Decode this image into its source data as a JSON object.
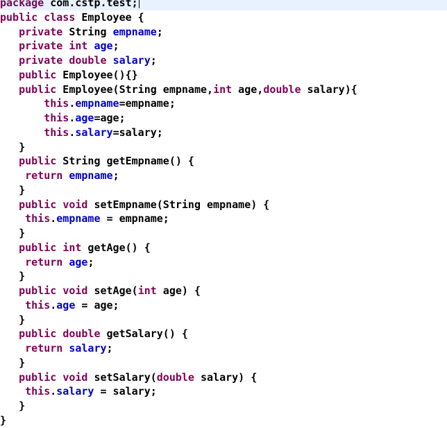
{
  "editor": {
    "language": "java",
    "colors": {
      "keyword": "#7f0055",
      "field": "#0000c0",
      "text": "#000000",
      "current_line": "#e8f2fe",
      "background": "#ffffff"
    },
    "caret_line": 0,
    "lines": [
      [
        [
          "k",
          "package"
        ],
        [
          "t",
          " com.cstp.test;"
        ]
      ],
      [
        [
          "k",
          "public"
        ],
        [
          "t",
          " "
        ],
        [
          "k",
          "class"
        ],
        [
          "t",
          " Employee {"
        ]
      ],
      [
        [
          "t",
          "   "
        ],
        [
          "k",
          "private"
        ],
        [
          "t",
          " String "
        ],
        [
          "f",
          "empname"
        ],
        [
          "t",
          ";"
        ]
      ],
      [
        [
          "t",
          "   "
        ],
        [
          "k",
          "private"
        ],
        [
          "t",
          " "
        ],
        [
          "k",
          "int"
        ],
        [
          "t",
          " "
        ],
        [
          "f",
          "age"
        ],
        [
          "t",
          ";"
        ]
      ],
      [
        [
          "t",
          "   "
        ],
        [
          "k",
          "private"
        ],
        [
          "t",
          " "
        ],
        [
          "k",
          "double"
        ],
        [
          "t",
          " "
        ],
        [
          "f",
          "salary"
        ],
        [
          "t",
          ";"
        ]
      ],
      [
        [
          "t",
          "   "
        ],
        [
          "k",
          "public"
        ],
        [
          "t",
          " Employee(){}"
        ]
      ],
      [
        [
          "t",
          "   "
        ],
        [
          "k",
          "public"
        ],
        [
          "t",
          " Employee(String empname,"
        ],
        [
          "k",
          "int"
        ],
        [
          "t",
          " age,"
        ],
        [
          "k",
          "double"
        ],
        [
          "t",
          " salary){"
        ]
      ],
      [
        [
          "t",
          "       "
        ],
        [
          "k",
          "this"
        ],
        [
          "t",
          "."
        ],
        [
          "f",
          "empname"
        ],
        [
          "t",
          "=empname;"
        ]
      ],
      [
        [
          "t",
          "       "
        ],
        [
          "k",
          "this"
        ],
        [
          "t",
          "."
        ],
        [
          "f",
          "age"
        ],
        [
          "t",
          "=age;"
        ]
      ],
      [
        [
          "t",
          "       "
        ],
        [
          "k",
          "this"
        ],
        [
          "t",
          "."
        ],
        [
          "f",
          "salary"
        ],
        [
          "t",
          "=salary;"
        ]
      ],
      [
        [
          "t",
          "   }"
        ]
      ],
      [
        [
          "t",
          "   "
        ],
        [
          "k",
          "public"
        ],
        [
          "t",
          " String getEmpname() {"
        ]
      ],
      [
        [
          "t",
          "    "
        ],
        [
          "k",
          "return"
        ],
        [
          "t",
          " "
        ],
        [
          "f",
          "empname"
        ],
        [
          "t",
          ";"
        ]
      ],
      [
        [
          "t",
          "   }"
        ]
      ],
      [
        [
          "t",
          "   "
        ],
        [
          "k",
          "public"
        ],
        [
          "t",
          " "
        ],
        [
          "k",
          "void"
        ],
        [
          "t",
          " setEmpname(String empname) {"
        ]
      ],
      [
        [
          "t",
          "    "
        ],
        [
          "k",
          "this"
        ],
        [
          "t",
          "."
        ],
        [
          "f",
          "empname"
        ],
        [
          "t",
          " = empname;"
        ]
      ],
      [
        [
          "t",
          "   }"
        ]
      ],
      [
        [
          "t",
          "   "
        ],
        [
          "k",
          "public"
        ],
        [
          "t",
          " "
        ],
        [
          "k",
          "int"
        ],
        [
          "t",
          " getAge() {"
        ]
      ],
      [
        [
          "t",
          "    "
        ],
        [
          "k",
          "return"
        ],
        [
          "t",
          " "
        ],
        [
          "f",
          "age"
        ],
        [
          "t",
          ";"
        ]
      ],
      [
        [
          "t",
          "   }"
        ]
      ],
      [
        [
          "t",
          "   "
        ],
        [
          "k",
          "public"
        ],
        [
          "t",
          " "
        ],
        [
          "k",
          "void"
        ],
        [
          "t",
          " setAge("
        ],
        [
          "k",
          "int"
        ],
        [
          "t",
          " age) {"
        ]
      ],
      [
        [
          "t",
          "    "
        ],
        [
          "k",
          "this"
        ],
        [
          "t",
          "."
        ],
        [
          "f",
          "age"
        ],
        [
          "t",
          " = age;"
        ]
      ],
      [
        [
          "t",
          "   }"
        ]
      ],
      [
        [
          "t",
          "   "
        ],
        [
          "k",
          "public"
        ],
        [
          "t",
          " "
        ],
        [
          "k",
          "double"
        ],
        [
          "t",
          " getSalary() {"
        ]
      ],
      [
        [
          "t",
          "    "
        ],
        [
          "k",
          "return"
        ],
        [
          "t",
          " "
        ],
        [
          "f",
          "salary"
        ],
        [
          "t",
          ";"
        ]
      ],
      [
        [
          "t",
          "   }"
        ]
      ],
      [
        [
          "t",
          "   "
        ],
        [
          "k",
          "public"
        ],
        [
          "t",
          " "
        ],
        [
          "k",
          "void"
        ],
        [
          "t",
          " setSalary("
        ],
        [
          "k",
          "double"
        ],
        [
          "t",
          " salary) {"
        ]
      ],
      [
        [
          "t",
          "    "
        ],
        [
          "k",
          "this"
        ],
        [
          "t",
          "."
        ],
        [
          "f",
          "salary"
        ],
        [
          "t",
          " = salary;"
        ]
      ],
      [
        [
          "t",
          "   }"
        ]
      ],
      [
        [
          "t",
          "}"
        ]
      ]
    ]
  }
}
